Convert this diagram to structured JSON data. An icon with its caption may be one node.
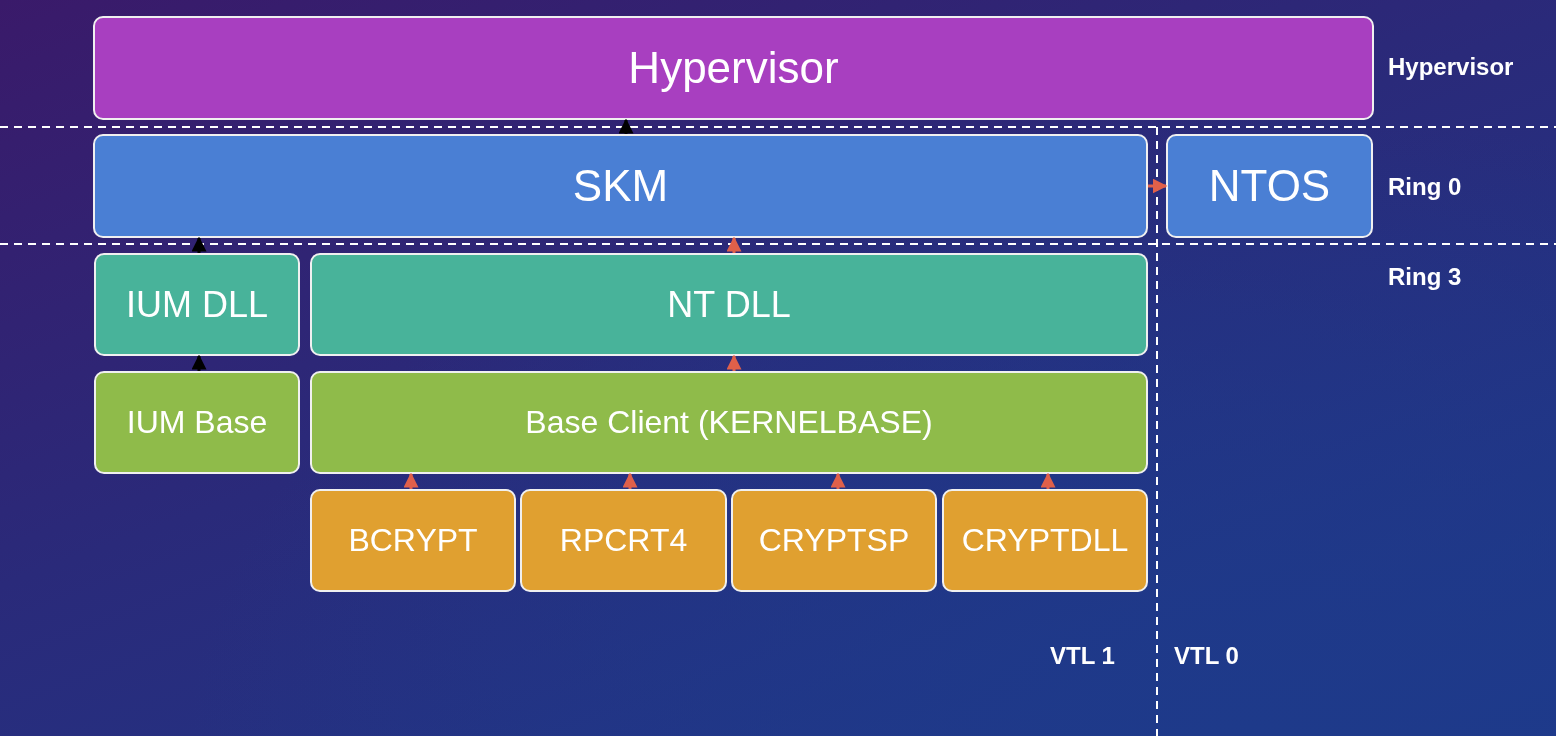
{
  "diagram": {
    "nodes": [
      {
        "text": [
          "Hypervisor"
        ]
      },
      {
        "text": [
          "SKM"
        ]
      },
      {
        "text": [
          "NTOS"
        ]
      },
      {
        "text": [
          "IUM DLL"
        ]
      },
      {
        "text": [
          "NT DLL"
        ]
      },
      {
        "text": [
          "IUM Base"
        ]
      },
      {
        "text": [
          "Base Client (KERNELBASE)"
        ]
      },
      {
        "text": [
          "BCRYPT"
        ]
      },
      {
        "text": [
          "RPCRT4"
        ]
      },
      {
        "text": [
          "CRYPTSP"
        ]
      },
      {
        "text": [
          "CRYPTDLL"
        ]
      }
    ],
    "edges": [
      {
        "from": 1,
        "to": 0,
        "arrow": "to",
        "color": "#000000"
      },
      {
        "from": 1,
        "to": 2,
        "arrow": "to"
      },
      {
        "from": 3,
        "to": 1,
        "arrow": "to",
        "color": "#000000"
      },
      {
        "from": 4,
        "to": 1,
        "arrow": "to"
      },
      {
        "from": 5,
        "to": 3,
        "arrow": "to",
        "color": "#000000"
      },
      {
        "from": 6,
        "to": 4,
        "arrow": "to"
      },
      {
        "from": 7,
        "to": 6,
        "arrow": "to"
      },
      {
        "from": 8,
        "to": 6,
        "arrow": "to"
      },
      {
        "from": 9,
        "to": 6,
        "arrow": "to"
      },
      {
        "from": 10,
        "to": 6,
        "arrow": "to"
      }
    ],
    "labels": [
      "Hypervisor",
      "Ring 0",
      "Ring 3",
      "VTL 1",
      "VTL 0"
    ]
  }
}
